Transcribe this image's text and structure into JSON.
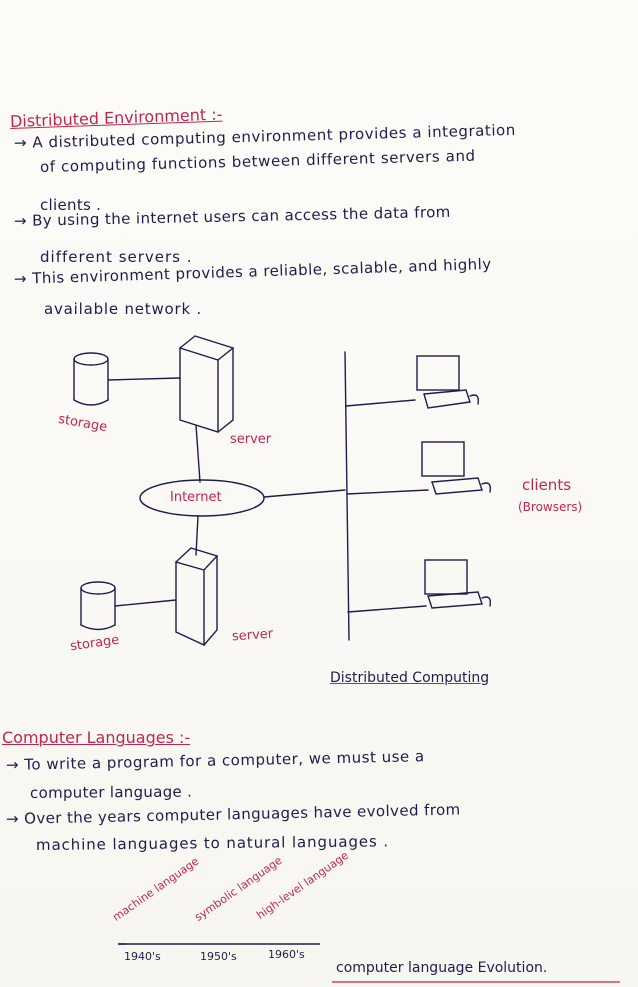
{
  "section1": {
    "heading": "Distributed Environment :-",
    "lines": [
      "→ A distributed computing environment provides a integration",
      "of computing functions between different servers and",
      "clients .",
      "→ By using the internet users can access the data from",
      "different servers .",
      "→ This environment provides a reliable, scalable, and highly",
      "available network ."
    ]
  },
  "diagram": {
    "storage_top": "storage",
    "server_top": "server",
    "internet": "Internet",
    "storage_bottom": "storage",
    "server_bottom": "server",
    "clients": "clients",
    "clients_sub": "(Browsers)",
    "caption": "Distributed Computing"
  },
  "section2": {
    "heading": "Computer Languages :-",
    "lines": [
      "→ To write a program for a computer, we must use a",
      "computer language .",
      "→ Over the years computer languages have evolved from",
      "machine languages to natural languages ."
    ]
  },
  "evolution": {
    "items": [
      {
        "label": "machine language",
        "year": "1940's"
      },
      {
        "label": "symbolic language",
        "year": "1950's"
      },
      {
        "label": "high-level language",
        "year": "1960's"
      }
    ],
    "caption": "computer language Evolution."
  },
  "colors": {
    "red_ink": "#c0264f",
    "blue_ink": "#1f1d4a"
  }
}
